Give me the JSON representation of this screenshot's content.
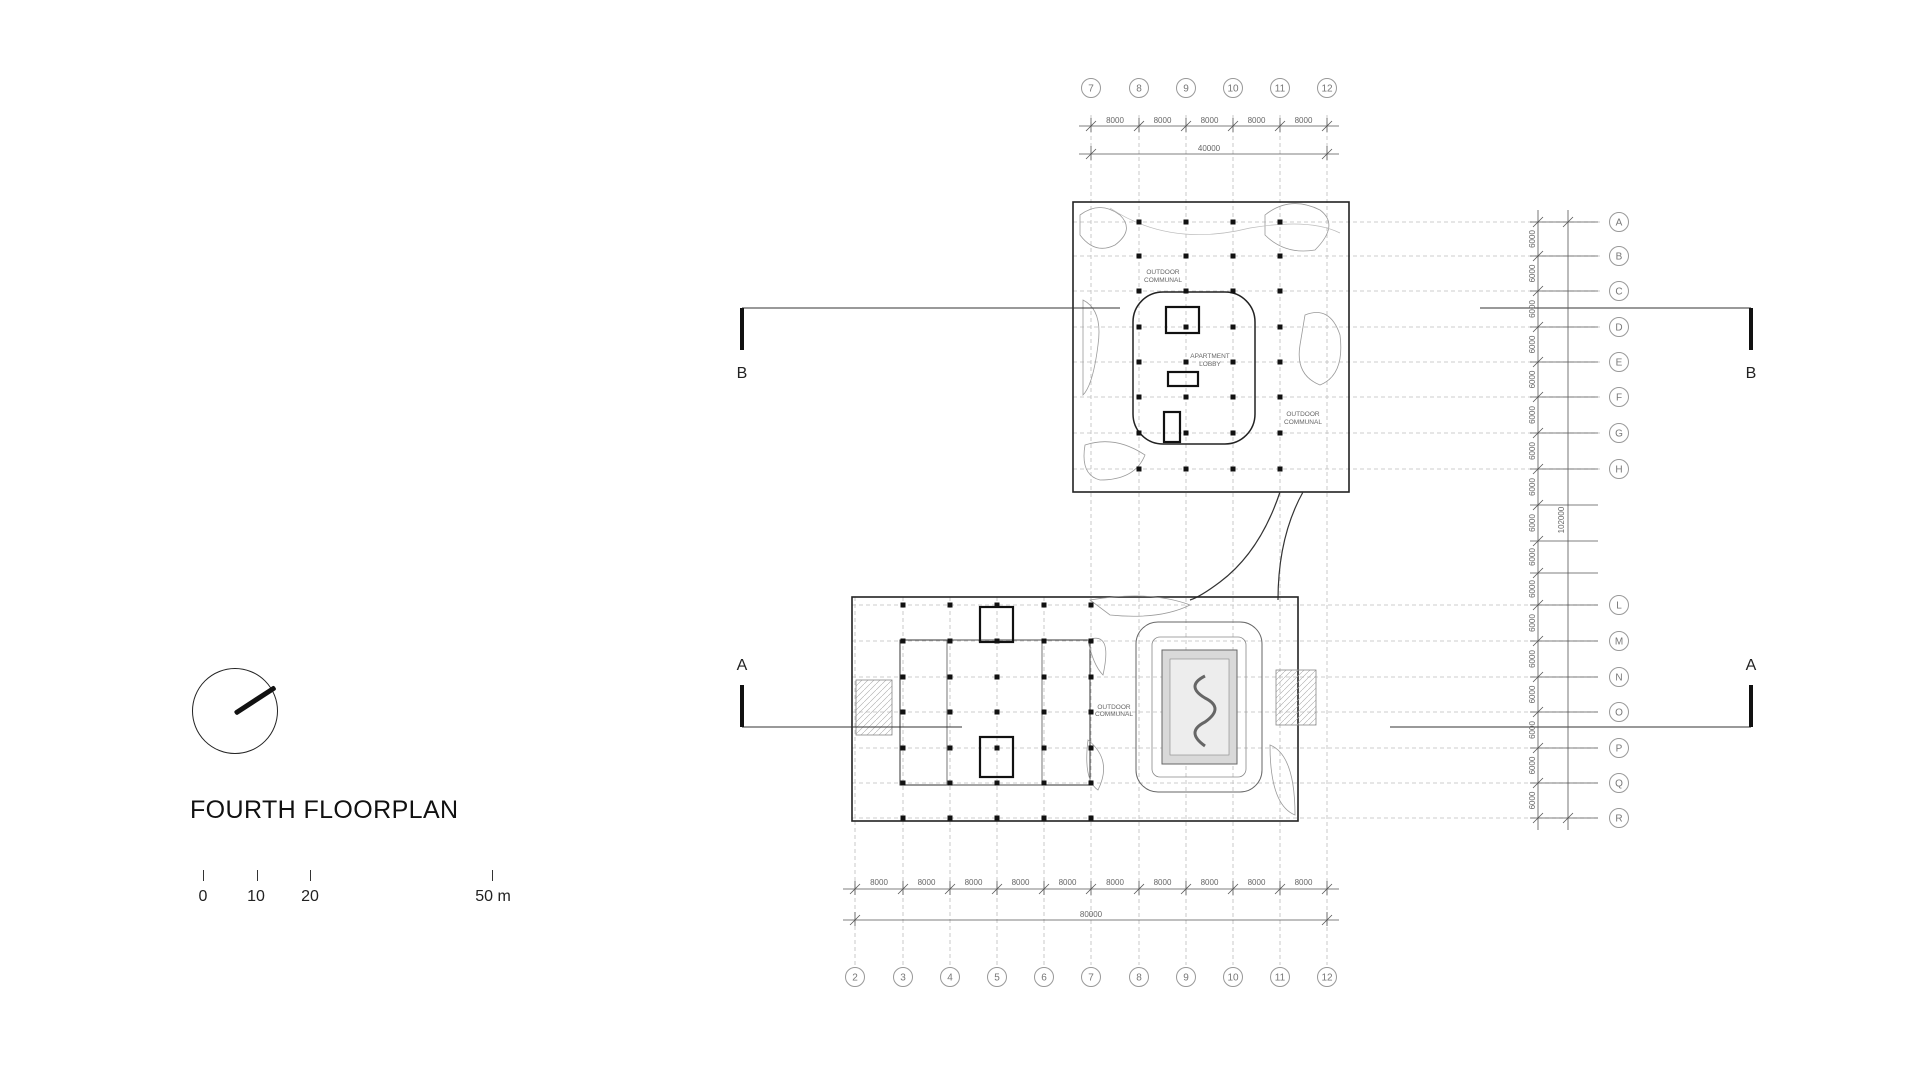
{
  "title": "FOURTH FLOORPLAN",
  "scale_bar": {
    "labels": [
      "0",
      "10",
      "20",
      "50 m"
    ]
  },
  "compass": {
    "icon": "north-arrow-icon"
  },
  "section_markers": {
    "a": "A",
    "b": "B"
  },
  "grid_columns_top": [
    "7",
    "8",
    "9",
    "10",
    "11",
    "12"
  ],
  "grid_columns_bottom": [
    "2",
    "3",
    "4",
    "5",
    "6",
    "7",
    "8",
    "9",
    "10",
    "11",
    "12"
  ],
  "grid_rows_upper": [
    "A",
    "B",
    "C",
    "D",
    "E",
    "F",
    "G",
    "H"
  ],
  "grid_rows_lower": [
    "L",
    "M",
    "N",
    "O",
    "P",
    "Q",
    "R"
  ],
  "dimensions": {
    "bay": "8000",
    "top_total": "40000",
    "bottom_total": "80000",
    "row_bay": "6000",
    "right_total": "102000"
  },
  "room_labels": {
    "outdoor_communal_1": [
      "OUTDOOR",
      "COMMUNAL"
    ],
    "outdoor_communal_2": [
      "OUTDOOR",
      "COMMUNAL"
    ],
    "apartment_lobby": [
      "APARTMENT",
      "LOBBY"
    ],
    "lower_left_room": [
      "OUTDOOR",
      "COMMUNAL"
    ]
  },
  "colors": {
    "line": "#222222",
    "grid": "#b8b8b8",
    "landscape": "#9a9a9a"
  }
}
